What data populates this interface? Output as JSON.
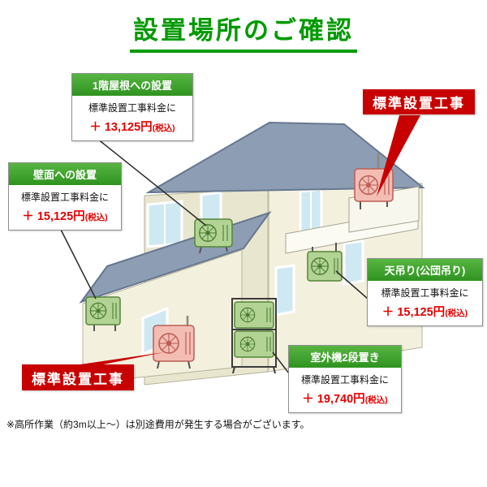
{
  "page": {
    "title": "設置場所のご確認",
    "footnote": "※高所作業（約3m以上～）は別途費用が発生する場合がございます。"
  },
  "colors": {
    "title_green": "#009a00",
    "callout_header_green": "#3fa32a",
    "price_red": "#e60000",
    "standard_box_red": "#c80000",
    "roof_gray": "#8d9db4",
    "wall_cream": "#f3f0de",
    "window_blue": "#cfe9f3",
    "ac_unit_green": "#b2d394",
    "ac_unit_pink": "#f3bdb4"
  },
  "callouts": {
    "roof1f": {
      "heading": "1階屋根への設置",
      "line1": "標準設置工事料金に",
      "price": "＋ 13,125円",
      "tax": "(税込)"
    },
    "wall": {
      "heading": "壁面への設置",
      "line1": "標準設置工事料金に",
      "price": "＋ 15,125円",
      "tax": "(税込)"
    },
    "ceiling": {
      "heading": "天吊り(公団吊り)",
      "line1": "標準設置工事料金に",
      "price": "＋ 15,125円",
      "tax": "(税込)"
    },
    "twotier": {
      "heading": "室外機2段置き",
      "line1": "標準設置工事料金に",
      "price": "＋ 19,740円",
      "tax": "(税込)"
    },
    "standard_top": "標準設置工事",
    "standard_bottom": "標準設置工事"
  }
}
